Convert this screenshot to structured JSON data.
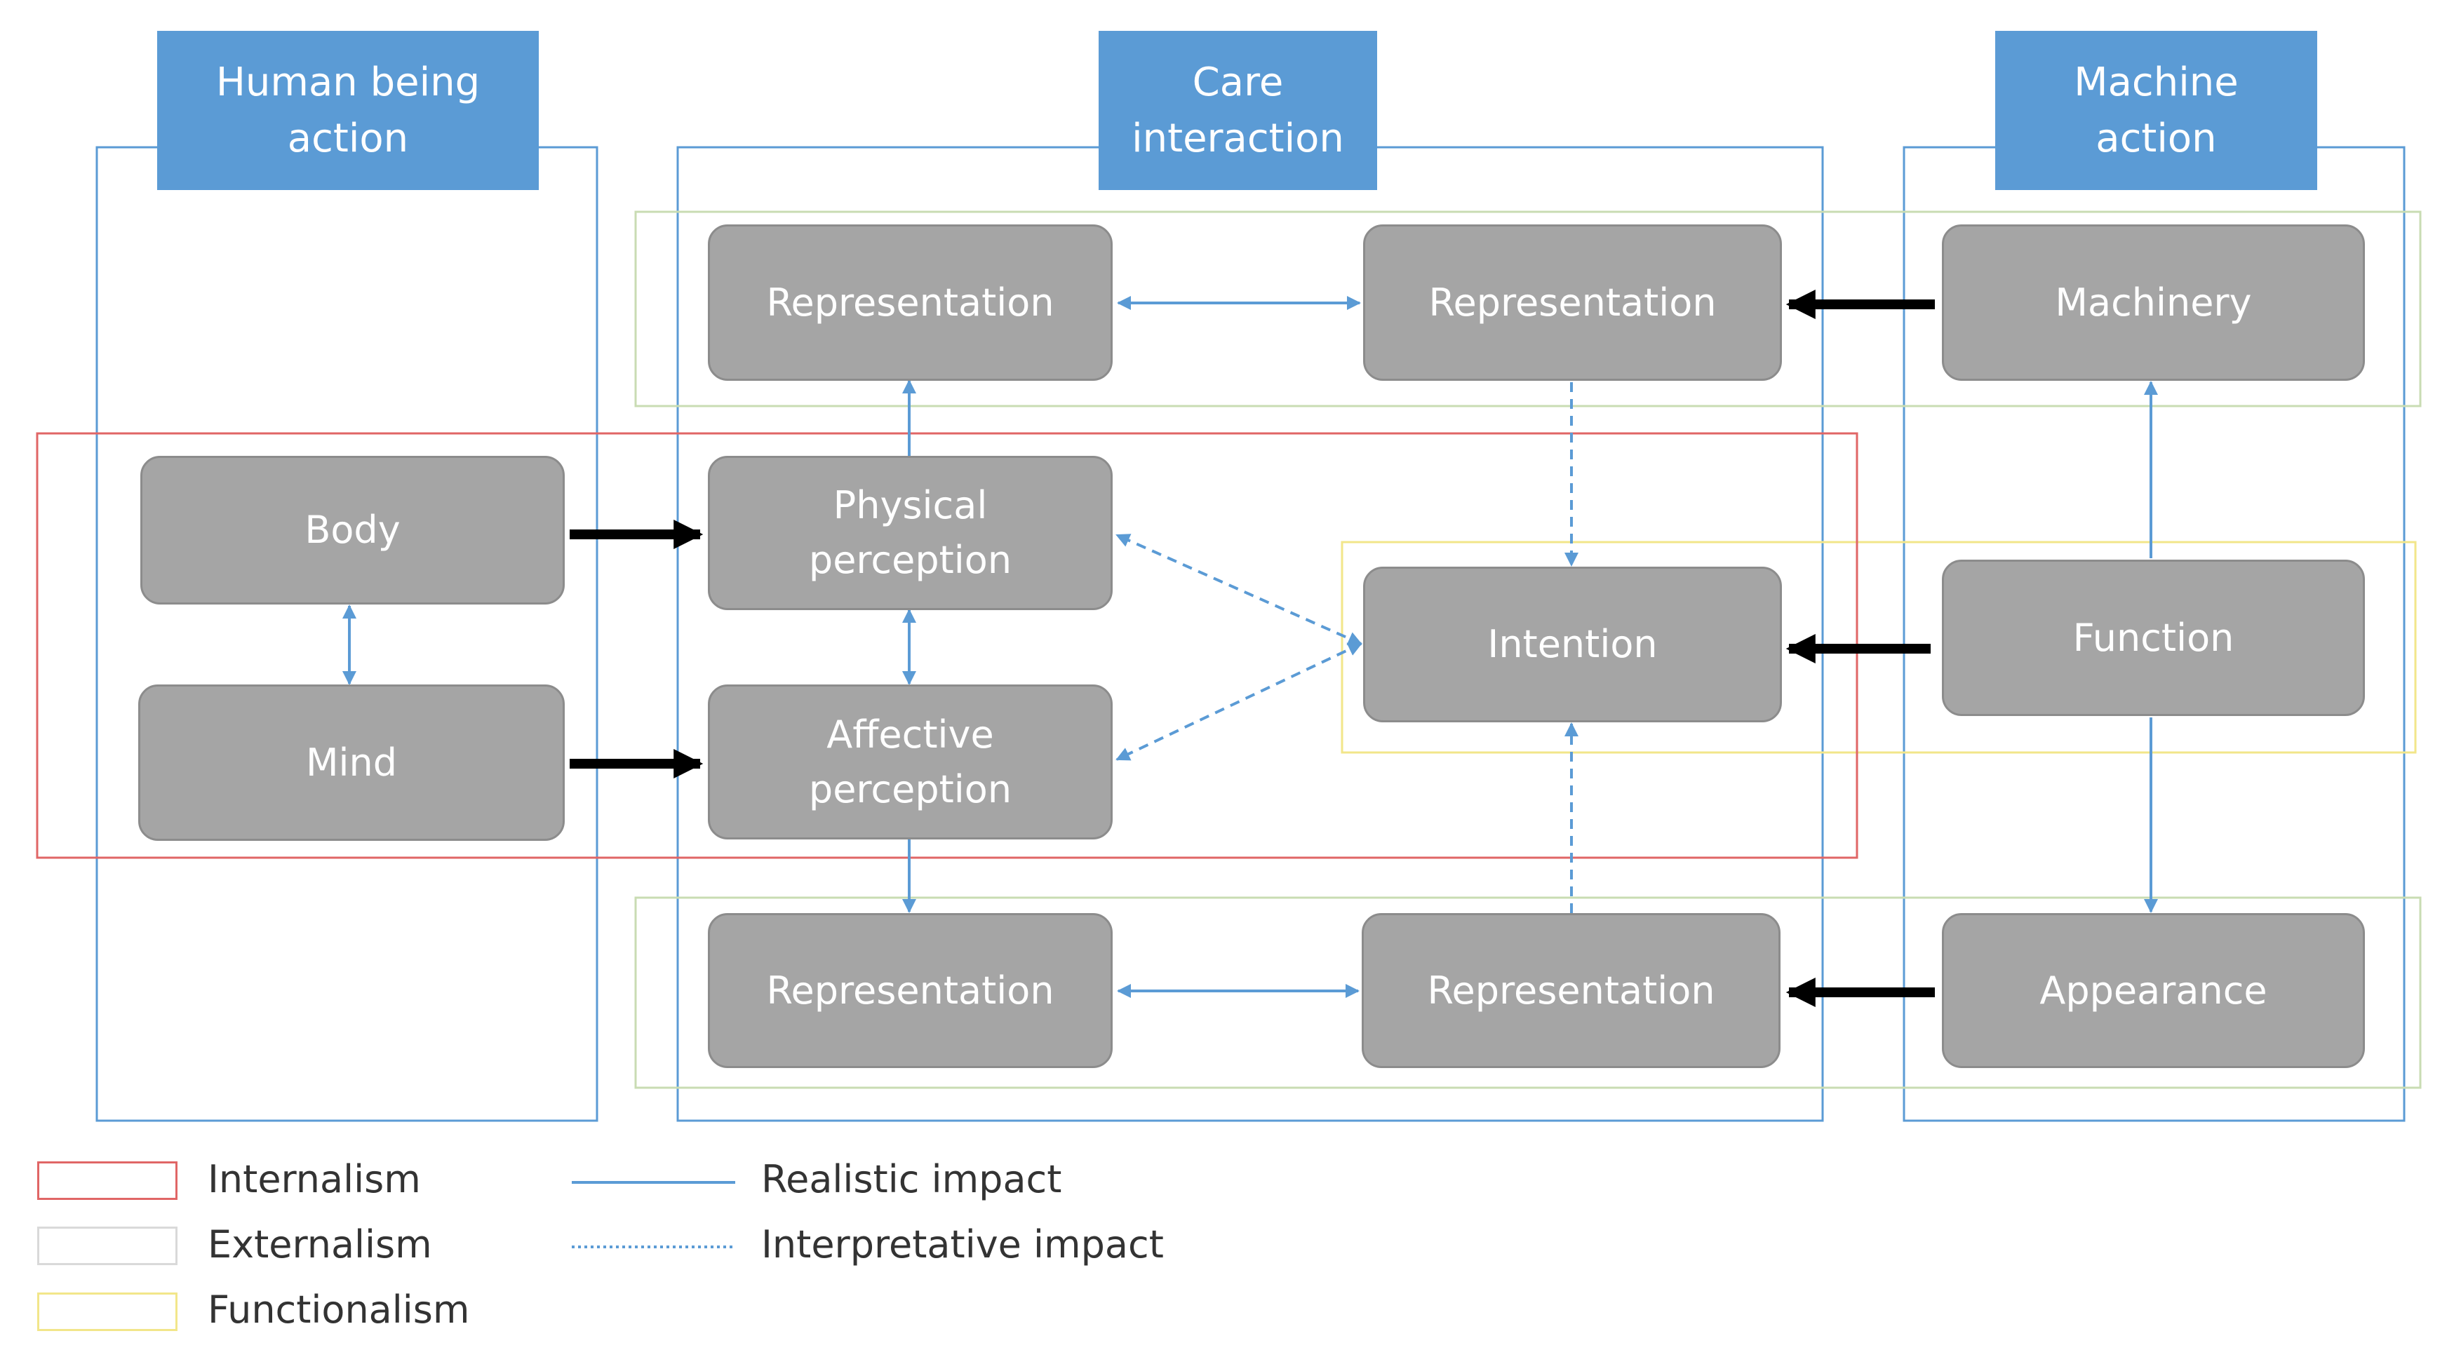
{
  "headers": {
    "human": "Human being\naction",
    "care": "Care\ninteraction",
    "machine": "Machine\naction"
  },
  "nodes": {
    "body": "Body",
    "mind": "Mind",
    "physical": "Physical\nperception",
    "affective": "Affective\nperception",
    "rep_top_left": "Representation",
    "rep_top_right": "Representation",
    "intention": "Intention",
    "rep_bottom_left": "Representation",
    "rep_bottom_right": "Representation",
    "machinery": "Machinery",
    "function": "Function",
    "appearance": "Appearance"
  },
  "legend": {
    "internalism": "Internalism",
    "externalism": "Externalism",
    "functionalism": "Functionalism",
    "realistic": "Realistic impact",
    "interpretative": "Interpretative impact"
  },
  "colors": {
    "header": "#5b9bd5",
    "node": "#a5a5a5",
    "blue_line": "#5b9bd5",
    "internalism": "#e06666",
    "externalism": "#c9dcb3",
    "functionalism": "#f2e68a"
  }
}
